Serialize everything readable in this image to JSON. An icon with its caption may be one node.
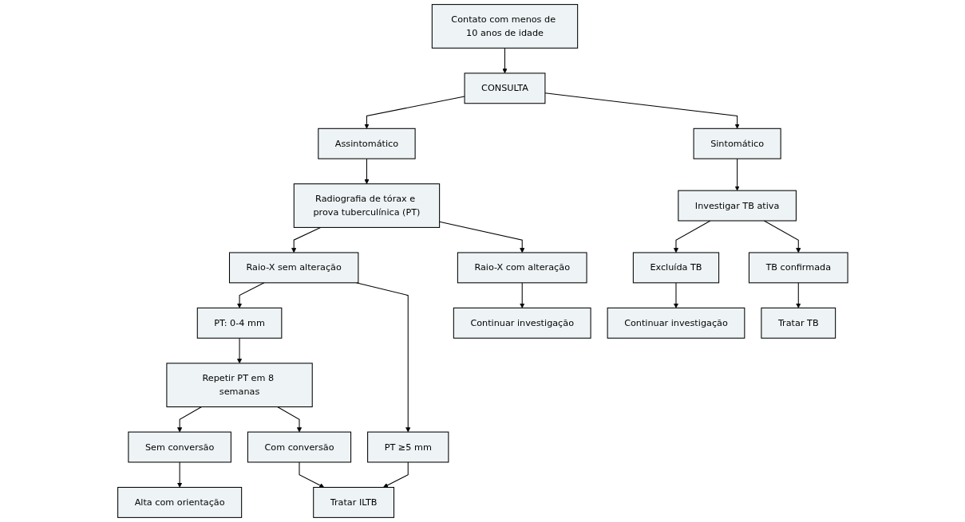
{
  "diagram": {
    "nodes": [
      {
        "text": [
          "Contato com menos de 10 anos de idade"
        ]
      },
      {
        "text": [
          "CONSULTA"
        ]
      },
      {
        "text": [
          "Assintomático"
        ]
      },
      {
        "text": [
          "Sintomático"
        ]
      },
      {
        "text": [
          "Radiografia de tórax e prova tuberculínica (PT)"
        ]
      },
      {
        "text": [
          "Investigar TB ativa"
        ]
      },
      {
        "text": [
          "Raio-X sem alteração"
        ]
      },
      {
        "text": [
          "Raio-X com alteração"
        ]
      },
      {
        "text": [
          "Excluída TB"
        ]
      },
      {
        "text": [
          "TB confirmada"
        ]
      },
      {
        "text": [
          "Continuar investigação"
        ]
      },
      {
        "text": [
          "Continuar investigação"
        ]
      },
      {
        "text": [
          "Tratar TB"
        ]
      },
      {
        "text": [
          "PT: 0-4 mm"
        ]
      },
      {
        "text": [
          "PT ≥5 mm"
        ]
      },
      {
        "text": [
          "Repetir PT em 8 semanas"
        ]
      },
      {
        "text": [
          "Tratar ILTB"
        ]
      },
      {
        "text": [
          "Sem conversão"
        ]
      },
      {
        "text": [
          "Com conversão"
        ]
      },
      {
        "text": [
          "Alta com orientação"
        ]
      }
    ],
    "edges": [
      {
        "from": 0,
        "to": 1,
        "arrow": "to"
      },
      {
        "from": 1,
        "to": 2,
        "arrow": "to"
      },
      {
        "from": 1,
        "to": 3,
        "arrow": "to"
      },
      {
        "from": 2,
        "to": 4,
        "arrow": "to"
      },
      {
        "from": 3,
        "to": 5,
        "arrow": "to"
      },
      {
        "from": 4,
        "to": 6,
        "arrow": "to"
      },
      {
        "from": 4,
        "to": 7,
        "arrow": "to"
      },
      {
        "from": 5,
        "to": 8,
        "arrow": "to"
      },
      {
        "from": 5,
        "to": 9,
        "arrow": "to"
      },
      {
        "from": 7,
        "to": 10,
        "arrow": "to"
      },
      {
        "from": 8,
        "to": 11,
        "arrow": "to"
      },
      {
        "from": 9,
        "to": 12,
        "arrow": "to"
      },
      {
        "from": 6,
        "to": 13,
        "arrow": "to"
      },
      {
        "from": 6,
        "to": 14,
        "arrow": "to"
      },
      {
        "from": 13,
        "to": 15,
        "arrow": "to"
      },
      {
        "from": 14,
        "to": 16,
        "arrow": "to"
      },
      {
        "from": 15,
        "to": 17,
        "arrow": "to"
      },
      {
        "from": 15,
        "to": 18,
        "arrow": "to"
      },
      {
        "from": 18,
        "to": 16,
        "arrow": "to"
      },
      {
        "from": 17,
        "to": 19,
        "arrow": "to"
      }
    ]
  }
}
